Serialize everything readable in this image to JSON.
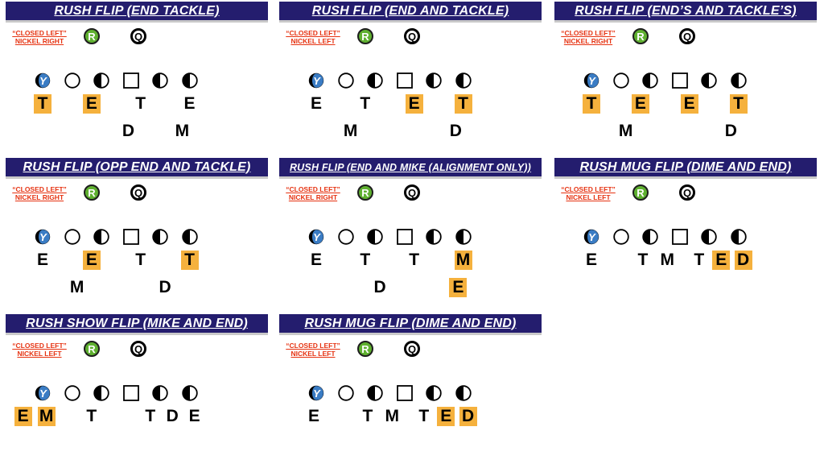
{
  "colors": {
    "title_bar": "#241d6e",
    "title_text": "#ffffff",
    "subtitle_text": "#e63312",
    "r_marker": "#5fb030",
    "y_marker": "#3a7cc4",
    "highlight": "#f5b13d"
  },
  "markers": {
    "r": "R",
    "q": "Q",
    "y": "Y"
  },
  "offense_icons": [
    "y-receiver-icon",
    "open-circle-icon",
    "half-circle-icon",
    "center-square-icon",
    "half-circle-icon",
    "half-circle-icon"
  ],
  "panels": [
    {
      "title": "RUSH FLIP (END TACKLE)",
      "subtitle": [
        "“CLOSED LEFT”",
        "NICKEL RIGHT"
      ],
      "defenders": [
        {
          "label": "T",
          "col": 0,
          "row": 0,
          "highlight": true
        },
        {
          "label": "E",
          "col": 2,
          "row": 0,
          "highlight": true
        },
        {
          "label": "T",
          "col": 4,
          "row": 0,
          "highlight": false
        },
        {
          "label": "E",
          "col": 6,
          "row": 0,
          "highlight": false
        },
        {
          "label": "D",
          "col": 3.5,
          "row": 1,
          "highlight": false
        },
        {
          "label": "M",
          "col": 5.7,
          "row": 1,
          "highlight": false
        }
      ]
    },
    {
      "title": "RUSH FLIP (END AND TACKLE)",
      "subtitle": [
        "“CLOSED LEFT”",
        "NICKEL LEFT"
      ],
      "defenders": [
        {
          "label": "E",
          "col": 0,
          "row": 0,
          "highlight": false
        },
        {
          "label": "T",
          "col": 2,
          "row": 0,
          "highlight": false
        },
        {
          "label": "E",
          "col": 4,
          "row": 0,
          "highlight": true
        },
        {
          "label": "T",
          "col": 6,
          "row": 0,
          "highlight": true
        },
        {
          "label": "M",
          "col": 1.4,
          "row": 1,
          "highlight": false
        },
        {
          "label": "D",
          "col": 5.7,
          "row": 1,
          "highlight": false
        }
      ]
    },
    {
      "title": "RUSH FLIP (END’S AND TACKLE’S)",
      "subtitle": [
        "“CLOSED LEFT”",
        "NICKEL RIGHT"
      ],
      "defenders": [
        {
          "label": "T",
          "col": 0,
          "row": 0,
          "highlight": true
        },
        {
          "label": "E",
          "col": 2,
          "row": 0,
          "highlight": true
        },
        {
          "label": "E",
          "col": 4,
          "row": 0,
          "highlight": true
        },
        {
          "label": "T",
          "col": 6,
          "row": 0,
          "highlight": true
        },
        {
          "label": "M",
          "col": 1.4,
          "row": 1,
          "highlight": false
        },
        {
          "label": "D",
          "col": 5.7,
          "row": 1,
          "highlight": false
        }
      ]
    },
    {
      "title": "RUSH FLIP (OPP END AND TACKLE)",
      "subtitle": [
        "“CLOSED LEFT”",
        "NICKEL RIGHT"
      ],
      "defenders": [
        {
          "label": "E",
          "col": 0,
          "row": 0,
          "highlight": false
        },
        {
          "label": "E",
          "col": 2,
          "row": 0,
          "highlight": true
        },
        {
          "label": "T",
          "col": 4,
          "row": 0,
          "highlight": false
        },
        {
          "label": "T",
          "col": 6,
          "row": 0,
          "highlight": true
        },
        {
          "label": "M",
          "col": 1.4,
          "row": 1,
          "highlight": false
        },
        {
          "label": "D",
          "col": 5.0,
          "row": 1,
          "highlight": false
        }
      ]
    },
    {
      "title": "RUSH FLIP (END AND MIKE (ALIGNMENT ONLY))",
      "subtitle": [
        "“CLOSED LEFT”",
        "NICKEL RIGHT"
      ],
      "defenders": [
        {
          "label": "E",
          "col": 0,
          "row": 0,
          "highlight": false
        },
        {
          "label": "T",
          "col": 2,
          "row": 0,
          "highlight": false
        },
        {
          "label": "T",
          "col": 4,
          "row": 0,
          "highlight": false
        },
        {
          "label": "M",
          "col": 6,
          "row": 0,
          "highlight": true
        },
        {
          "label": "D",
          "col": 2.6,
          "row": 1,
          "highlight": false
        },
        {
          "label": "E",
          "col": 5.8,
          "row": 1,
          "highlight": true
        }
      ]
    },
    {
      "title": "RUSH MUG FLIP (DIME AND END)",
      "subtitle": [
        "“CLOSED LEFT”",
        "NICKEL LEFT"
      ],
      "defenders": [
        {
          "label": "E",
          "col": 0,
          "row": 0,
          "highlight": false
        },
        {
          "label": "T",
          "col": 2.1,
          "row": 0,
          "highlight": false
        },
        {
          "label": "M",
          "col": 3.1,
          "row": 0,
          "highlight": false
        },
        {
          "label": "T",
          "col": 4.4,
          "row": 0,
          "highlight": false
        },
        {
          "label": "E",
          "col": 5.3,
          "row": 0,
          "highlight": true
        },
        {
          "label": "D",
          "col": 6.2,
          "row": 0,
          "highlight": true
        }
      ]
    },
    {
      "title": "RUSH SHOW FLIP (MIKE AND END)",
      "subtitle": [
        "“CLOSED LEFT”",
        "NICKEL LEFT"
      ],
      "defenders": [
        {
          "label": "E",
          "col": -0.8,
          "row": 0,
          "highlight": true
        },
        {
          "label": "M",
          "col": 0.15,
          "row": 0,
          "highlight": true
        },
        {
          "label": "T",
          "col": 2,
          "row": 0,
          "highlight": false
        },
        {
          "label": "T",
          "col": 4.4,
          "row": 0,
          "highlight": false
        },
        {
          "label": "D",
          "col": 5.3,
          "row": 0,
          "highlight": false
        },
        {
          "label": "E",
          "col": 6.2,
          "row": 0,
          "highlight": false
        }
      ]
    },
    {
      "title": "RUSH MUG FLIP (DIME AND END)",
      "subtitle": [
        "“CLOSED LEFT”",
        "NICKEL LEFT"
      ],
      "defenders": [
        {
          "label": "E",
          "col": -0.1,
          "row": 0,
          "highlight": false
        },
        {
          "label": "T",
          "col": 2.1,
          "row": 0,
          "highlight": false
        },
        {
          "label": "M",
          "col": 3.1,
          "row": 0,
          "highlight": false
        },
        {
          "label": "T",
          "col": 4.4,
          "row": 0,
          "highlight": false
        },
        {
          "label": "E",
          "col": 5.3,
          "row": 0,
          "highlight": true
        },
        {
          "label": "D",
          "col": 6.2,
          "row": 0,
          "highlight": true
        }
      ]
    }
  ]
}
